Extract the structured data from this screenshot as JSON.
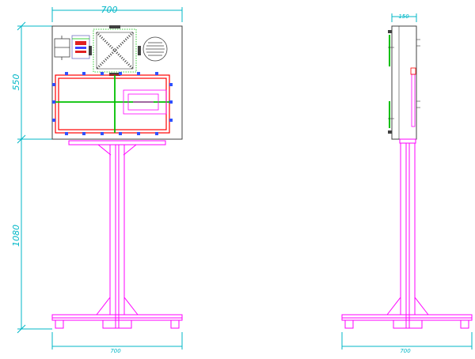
{
  "dimensions": {
    "front_width": "700",
    "front_panel_height": "550",
    "front_stand_height": "1080",
    "front_base_width": "700",
    "side_depth": "150",
    "side_base_width": "700"
  },
  "colors": {
    "dimension": "#00b7c7",
    "frame": "#ff00ff",
    "outline": "#404040",
    "red": "#ff0000",
    "green": "#00c000",
    "blue": "#0000ff"
  }
}
